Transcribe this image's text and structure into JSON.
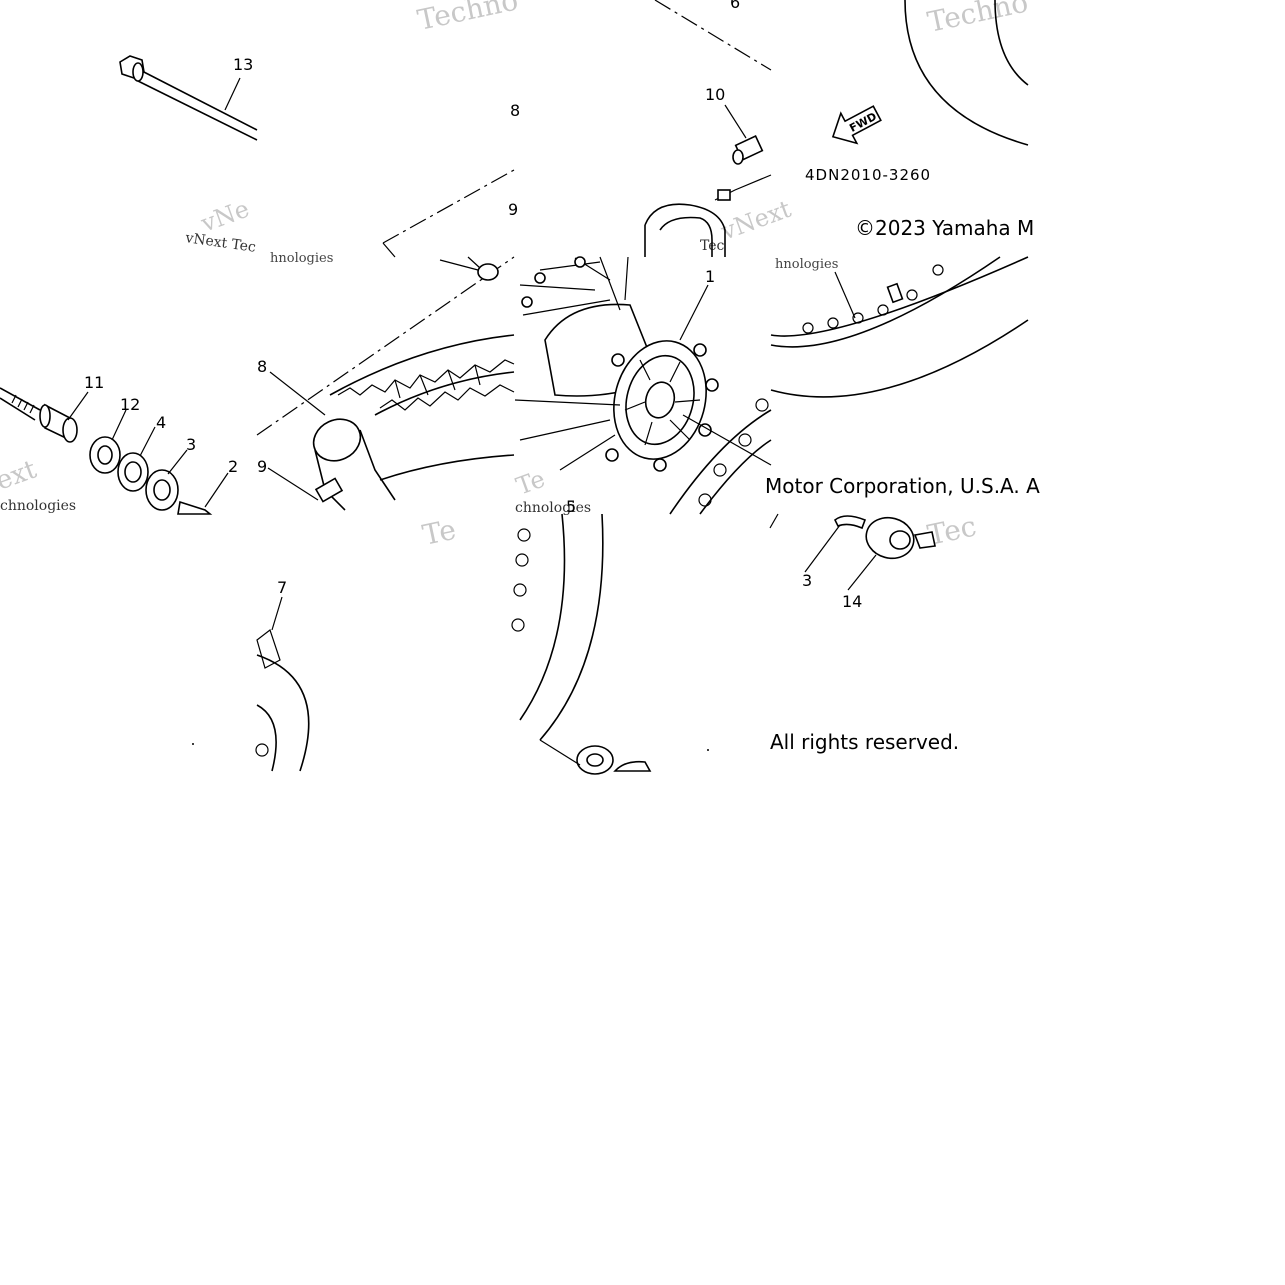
{
  "diagram": {
    "callouts": [
      "13",
      "6",
      "10",
      "11",
      "12",
      "4",
      "3",
      "2",
      "8",
      "9",
      "1",
      "7",
      "3",
      "14",
      "5"
    ],
    "part_code": "4DN2010-3260",
    "fwd_label": "FWD",
    "copyright_line1": "©2023 Yamaha M",
    "copyright_line2": "Motor Corporation, U.S.A. A",
    "copyright_line3": "All rights reserved.",
    "watermarks": [
      "Techno",
      "vNext Tec",
      "hnologies",
      "vNe",
      "Techno",
      "vNext",
      "Tec",
      "hnologies",
      "ext",
      "chnologies",
      "Te",
      "chnologies",
      "Tec",
      "Te"
    ]
  }
}
